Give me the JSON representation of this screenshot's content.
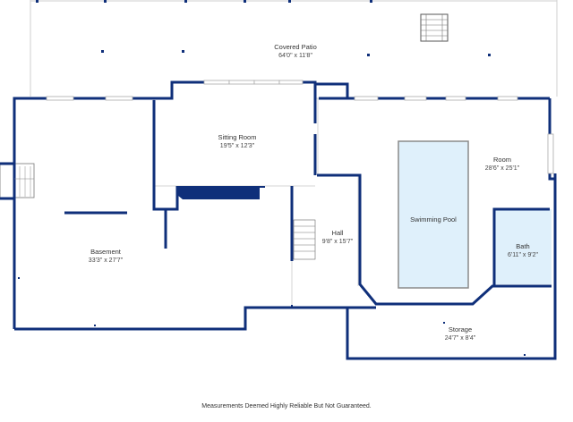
{
  "colors": {
    "wall": "#0f2f7a",
    "thin_wall": "#c9c9c9",
    "pool_fill": "#dff0fb",
    "bath_fill": "#dff0fb",
    "pool_stroke": "#8a8a8a",
    "text": "#333333"
  },
  "rooms": {
    "covered_patio": {
      "name": "Covered Patio",
      "dims": "64'0\" x 11'8\""
    },
    "sitting_room": {
      "name": "Sitting Room",
      "dims": "19'5\" x 12'3\""
    },
    "room": {
      "name": "Room",
      "dims": "28'6\" x 25'1\""
    },
    "basement": {
      "name": "Basement",
      "dims": "33'3\" x 27'7\""
    },
    "hall": {
      "name": "Hall",
      "dims": "9'8\" x 15'7\""
    },
    "swimming_pool": {
      "name": "Swimming Pool"
    },
    "bath": {
      "name": "Bath",
      "dims": "6'11\" x 9'2\""
    },
    "storage": {
      "name": "Storage",
      "dims": "24'7\" x 8'4\""
    }
  },
  "footer": {
    "disclaimer": "Measurements Deemed Highly Reliable But Not Guaranteed."
  }
}
